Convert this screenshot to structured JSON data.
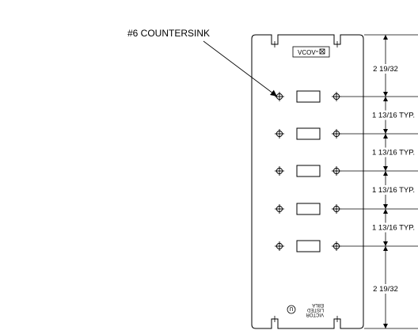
{
  "callout": {
    "label": "#6 COUNTERSINK"
  },
  "badge": {
    "label": "VCOV"
  },
  "dimensions": {
    "top": "2 19/32",
    "spacing": [
      "1 13/16 TYP.",
      "1 13/16 TYP.",
      "1 13/16 TYP.",
      "1 13/16 TYP."
    ],
    "bottom": "2 19/32"
  },
  "maker_mark": {
    "lines": [
      "VICTOR",
      "LISTED",
      "E8LA"
    ]
  },
  "rows": 5
}
